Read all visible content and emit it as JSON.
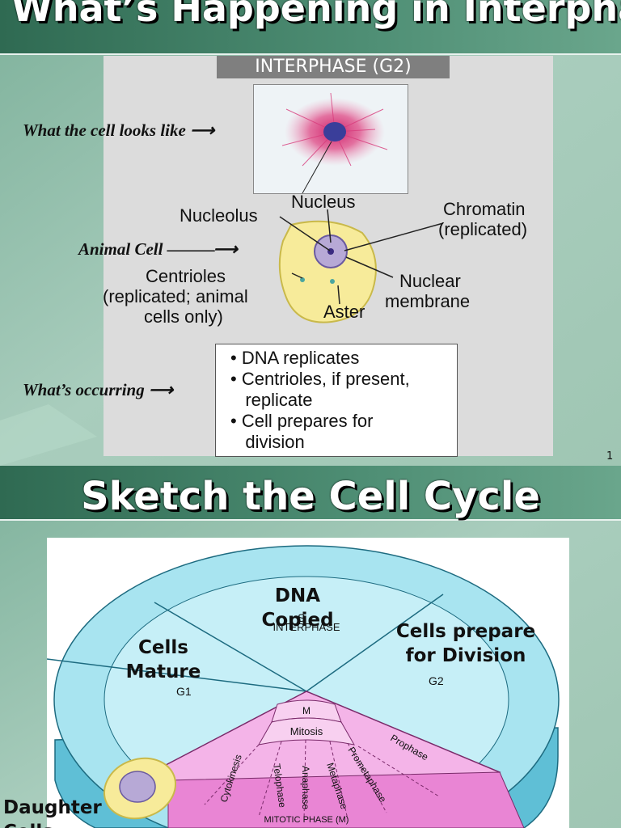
{
  "slide1": {
    "title": "What’s Happening in Interphase?",
    "figure_title": "INTERPHASE (G2)",
    "note_looks": "What the cell looks like",
    "note_animal": "Animal Cell",
    "note_occurring": "What’s occurring",
    "labels": {
      "nucleus": "Nucleus",
      "nucleolus": "Nucleolus",
      "chromatin_1": "Chromatin",
      "chromatin_2": "(replicated)",
      "centrioles_1": "Centrioles",
      "centrioles_2": "(replicated; animal",
      "centrioles_3": "cells only)",
      "nuclear_1": "Nuclear",
      "nuclear_2": "membrane",
      "aster": "Aster"
    },
    "occurring": [
      "• DNA replicates",
      "• Centrioles, if present,",
      "   replicate",
      "• Cell prepares for",
      "   division"
    ],
    "page_number": "1"
  },
  "slide2": {
    "title": "Sketch the Cell Cycle",
    "ring_label": "INTERPHASE",
    "mitotic_label": "MITOTIC PHASE (M)",
    "s_center": "DNA Copied",
    "s_sub": "S",
    "g1_text": "Cells Mature",
    "g1_sub": "G1",
    "g2_text": "Cells prepare for Division",
    "g2_sub": "G2",
    "m_label": "M",
    "mitosis_label": "Mitosis",
    "phases": [
      "Cytokinesis",
      "Telophase",
      "Anaphase",
      "Metaphase",
      "Prometaphase",
      "Prophase"
    ],
    "daughter": "Daughter Cells"
  },
  "colors": {
    "ring": "#a8e4f0",
    "ring_side": "#5fbfd6",
    "mitotic": "#f4b4e8",
    "cell_fill": "#f7eb9a",
    "nucleus_fill": "#b7a9d6"
  }
}
